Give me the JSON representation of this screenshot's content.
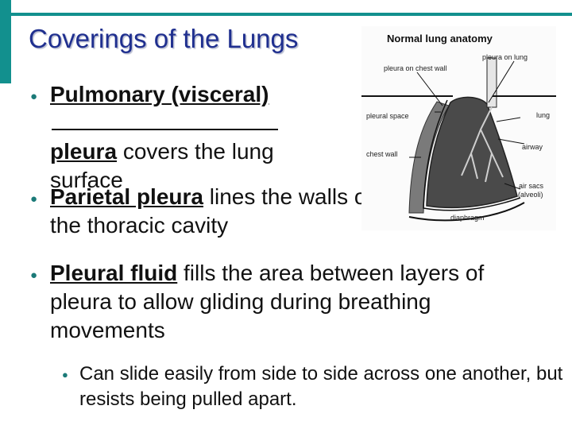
{
  "slide": {
    "title": "Coverings of the Lungs",
    "colors": {
      "accent": "#12908e",
      "title": "#1f2f8f",
      "bullet": "#1b7a78"
    }
  },
  "bullets": [
    {
      "term": "Pulmonary (visceral)",
      "term_line2": "pleura",
      "rest": "covers the lung surface"
    },
    {
      "term": "Parietal pleura",
      "rest": "lines the walls of the thoracic cavity"
    },
    {
      "term": "Pleural fluid",
      "rest": "fills the area between layers of pleura to allow gliding during breathing movements"
    }
  ],
  "sub_bullets": [
    {
      "text": "Can slide easily from side to side across one another, but resists being pulled apart."
    }
  ],
  "figure": {
    "title": "Normal lung anatomy",
    "labels": {
      "pleura_on_lung": "pleura on lung",
      "pleura_on_chest_wall": "pleura on chest wall",
      "pleural_space": "pleural space",
      "lung": "lung",
      "chest_wall": "chest wall",
      "airway": "airway",
      "air_sacs": "air sacs",
      "alveoli": "(alveoli)",
      "diaphragm": "diaphragm"
    }
  }
}
